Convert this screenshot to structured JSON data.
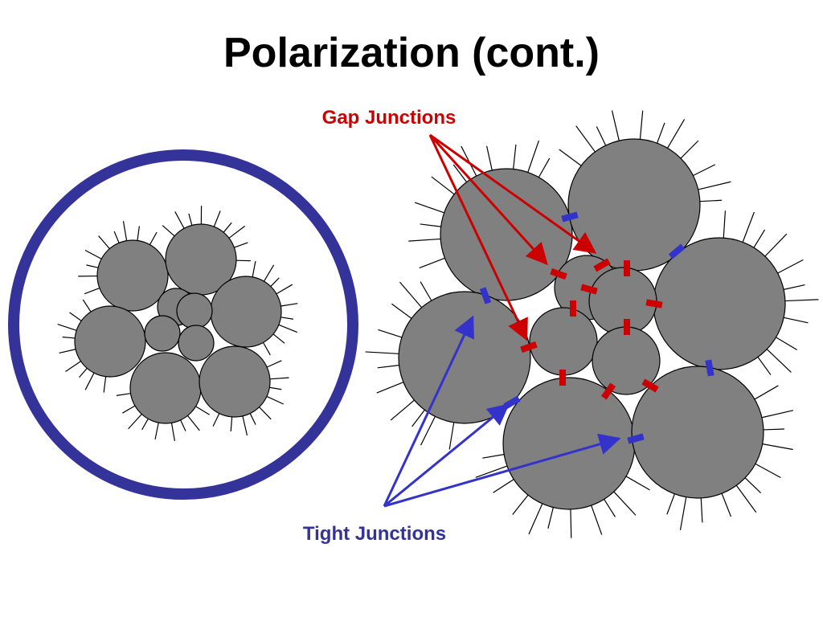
{
  "slide": {
    "title": "Polarization (cont.)"
  },
  "labels": {
    "gap": "Gap Junctions",
    "tight": "Tight Junctions"
  },
  "colors": {
    "gap": "#cc0000",
    "tight": "#3333cc",
    "ring": "#333399",
    "cell": "#808080",
    "cell_outline": "#000000"
  }
}
